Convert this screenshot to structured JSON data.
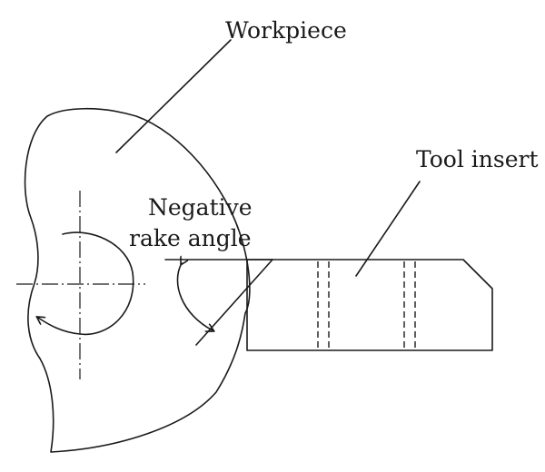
{
  "labels": {
    "workpiece": "Workpiece",
    "tool_insert": "Tool insert",
    "negative_line1": "Negative",
    "negative_line2": "rake angle"
  },
  "colors": {
    "stroke": "#1a1a1a",
    "background": "#ffffff"
  }
}
